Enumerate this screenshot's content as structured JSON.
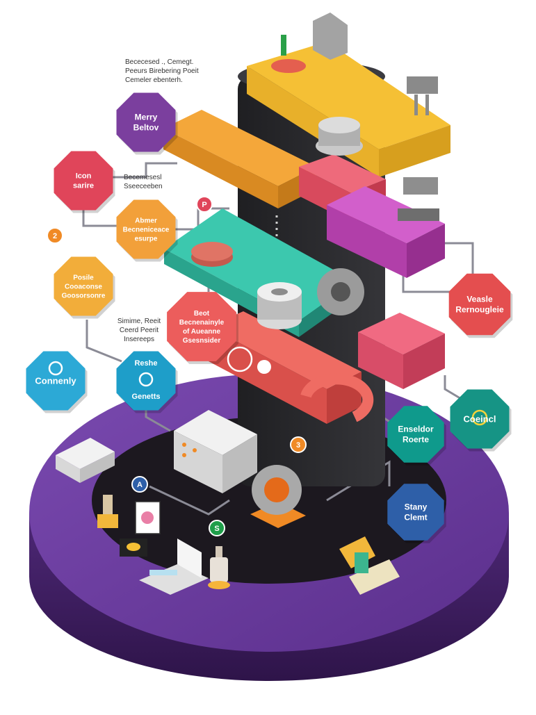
{
  "colors": {
    "platform_top": "#6b3f99",
    "platform_side": "#4a2670",
    "platform_inner": "#1f1b22",
    "tower": "#2b2b2e",
    "layer_yellow": "#f5c035",
    "layer_orange": "#f1a43a",
    "layer_pink": "#e2556a",
    "layer_magenta": "#c94fc0",
    "layer_teal": "#37bfa8",
    "layer_coral": "#ea5e57",
    "connector": "#8a8a95"
  },
  "annotations": {
    "top": {
      "line1": "Bececesed ., Cemegt.",
      "line2": "Peeurs Birebering Poeit",
      "line3": "Cemeler ebenterh."
    },
    "mid": {
      "line1": "Becemesesl",
      "line2": "Sseeceeben"
    },
    "lower": {
      "line1": "Simime, Reeit",
      "line2": "Ceerd Peerit",
      "line3": "Insereeps"
    }
  },
  "nodes": [
    {
      "id": "merry",
      "line1": "Merry",
      "line2": "Beltov",
      "color": "#7b3f9e",
      "icon": ""
    },
    {
      "id": "icon",
      "line1": "Icon",
      "line2": "sarire",
      "color": "#e0455a",
      "icon": "D"
    },
    {
      "id": "abmer",
      "line1": "Abmer",
      "line2": "Becneniceace",
      "line3": "esurpe",
      "color": "#f2a03a",
      "icon": ""
    },
    {
      "id": "poste",
      "line1": "Posile",
      "line2": "Cooaconse",
      "line3": "Goosorsonre",
      "color": "#f2ad3a",
      "icon": ""
    },
    {
      "id": "beot",
      "line1": "Beot",
      "line2": "Becnenainyle",
      "line3": "of Aueanne",
      "line4": "Gsesnsider",
      "color": "#ec5d5c",
      "icon": ""
    },
    {
      "id": "connenly",
      "line1": "Connenly",
      "line2": "",
      "color": "#2ca9d6",
      "icon": "wave-icon"
    },
    {
      "id": "reshe",
      "line1": "Reshe",
      "line2": "Genetts",
      "color": "#1e9ec9",
      "icon": "ring-icon"
    },
    {
      "id": "veasle",
      "line1": "Veasle",
      "line2": "Rernougleie",
      "color": "#e44e4f",
      "icon": ""
    },
    {
      "id": "coeincl",
      "line1": "Coeincl",
      "line2": "",
      "color": "#169485",
      "icon": "circle-icon"
    },
    {
      "id": "enseldor",
      "line1": "Enseldor",
      "line2": "Roerte",
      "color": "#0f9a8c",
      "icon": ""
    },
    {
      "id": "stany",
      "line1": "Stany",
      "line2": "Clemt",
      "color": "#2e5fa8",
      "icon": ""
    }
  ],
  "badges": [
    {
      "id": "b-p",
      "label": "P",
      "color": "#e0455a"
    },
    {
      "id": "b-2",
      "label": "2",
      "color": "#f08a25"
    },
    {
      "id": "b-3",
      "label": "3",
      "color": "#f08a25"
    },
    {
      "id": "b-a",
      "label": "A",
      "color": "#2e5fa8"
    },
    {
      "id": "b-s",
      "label": "S",
      "color": "#1f9e4a"
    }
  ]
}
